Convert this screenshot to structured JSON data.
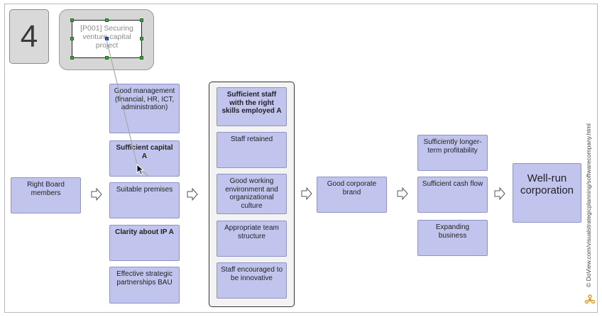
{
  "step": {
    "number": "4"
  },
  "project": {
    "label": "[P001] Securing venture capital project"
  },
  "boxes": {
    "board": "Right Board members",
    "management": "Good management (financial, HR, ICT, administration)",
    "capital": "Sufficient capital A",
    "premises": "Suitable premises",
    "ip": "Clarity about IP A",
    "partnerships": "Effective strategic partnerships BAU",
    "staff_skills": "Sufficient staff with the right skills employed A",
    "staff_retained": "Staff retained",
    "environment": "Good working environment and organizational culture",
    "team_structure": "Appropriate team structure",
    "innovative": "Staff encouraged to be innovative",
    "brand": "Good corporate brand",
    "profitability": "Sufficiently longer-term profitability",
    "cash_flow": "Sufficient cash flow",
    "expanding": "Expanding business",
    "well_run": "Well-run corporation"
  },
  "footer": {
    "credit": "© DoView.com/visualstrategicplanning/softwarecompany.html"
  },
  "colors": {
    "box_fill": "#c1c5ee",
    "box_border": "#8f94c4",
    "group_fill": "#f3f3f3",
    "handle": "#2fb02f"
  },
  "icons": [
    "flow-arrow-icon",
    "mouse-cursor-icon",
    "doview-logo-icon"
  ]
}
